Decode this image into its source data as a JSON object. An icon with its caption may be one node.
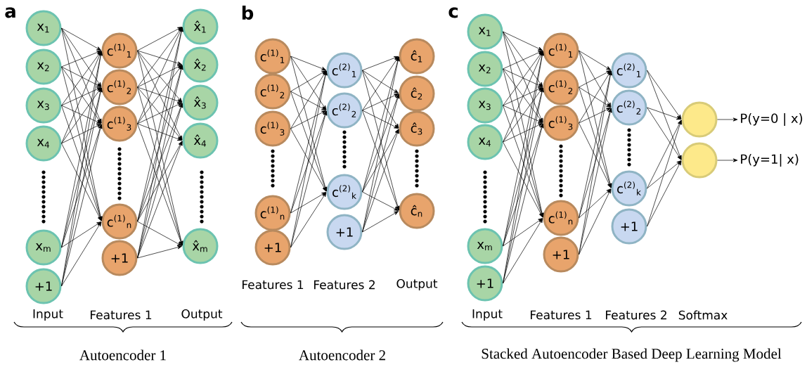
{
  "diagram": {
    "nodes": [
      {
        "text": [
          "x$_{1}$"
        ]
      },
      {
        "text": [
          "x$_{2}$"
        ]
      },
      {
        "text": [
          "x$_{3}$"
        ]
      },
      {
        "text": [
          "x$_{4}$"
        ]
      },
      {
        "text": [
          "x$_{m}$"
        ]
      },
      {
        "text": [
          "+1"
        ]
      },
      {
        "text": [
          "c$^{(1)}$$_{1}$"
        ]
      },
      {
        "text": [
          "c$^{(1)}$$_{2}$"
        ]
      },
      {
        "text": [
          "c$^{(1)}$$_{3}$"
        ]
      },
      {
        "text": [
          "c$^{(1)}$$_{n}$"
        ]
      },
      {
        "text": [
          "+1"
        ]
      },
      {
        "text": [
          "x̂$_{1}$"
        ]
      },
      {
        "text": [
          "x̂$_{2}$"
        ]
      },
      {
        "text": [
          "x̂$_{3}$"
        ]
      },
      {
        "text": [
          "x̂$_{4}$"
        ]
      },
      {
        "text": [
          "x̂$_{m}$"
        ]
      },
      {
        "text": [
          "c$^{(1)}$$_{1}$"
        ]
      },
      {
        "text": [
          "c$^{(1)}$$_{2}$"
        ]
      },
      {
        "text": [
          "c$^{(1)}$$_{3}$"
        ]
      },
      {
        "text": [
          "c$^{(1)}$$_{n}$"
        ]
      },
      {
        "text": [
          "+1"
        ]
      },
      {
        "text": [
          "c$^{(2)}$$_{1}$"
        ]
      },
      {
        "text": [
          "c$^{(2)}$$_{2}$"
        ]
      },
      {
        "text": [
          "c$^{(2)}$$_{k}$"
        ]
      },
      {
        "text": [
          "+1"
        ]
      },
      {
        "text": [
          "ĉ$_{1}$"
        ]
      },
      {
        "text": [
          "ĉ$_{2}$"
        ]
      },
      {
        "text": [
          "ĉ$_{3}$"
        ]
      },
      {
        "text": [
          "ĉ$_{n}$"
        ]
      },
      {
        "text": [
          "x$_{1}$"
        ]
      },
      {
        "text": [
          "x$_{2}$"
        ]
      },
      {
        "text": [
          "x$_{3}$"
        ]
      },
      {
        "text": [
          "x$_{4}$"
        ]
      },
      {
        "text": [
          "x$_{m}$"
        ]
      },
      {
        "text": [
          "+1"
        ]
      },
      {
        "text": [
          "c$^{(1)}$$_{1}$"
        ]
      },
      {
        "text": [
          "c$^{(1)}$$_{2}$"
        ]
      },
      {
        "text": [
          "c$^{(1)}$$_{3}$"
        ]
      },
      {
        "text": [
          "c$^{(1)}$$_{n}$"
        ]
      },
      {
        "text": [
          "+1"
        ]
      },
      {
        "text": [
          "c$^{(2)}$$_{1}$"
        ]
      },
      {
        "text": [
          "c$^{(2)}$$_{2}$"
        ]
      },
      {
        "text": [
          "c$^{(2)}$$_{k}$"
        ]
      },
      {
        "text": [
          "+1"
        ]
      },
      {
        "text": [],
        "shape": "circle"
      },
      {
        "text": [],
        "shape": "circle"
      },
      {
        "text": [
          "P(y=0 | x)"
        ]
      },
      {
        "text": [
          "P(y=1| x)"
        ]
      }
    ],
    "edges": [
      {
        "from": 0,
        "to": 6,
        "arrow": "to"
      },
      {
        "from": 0,
        "to": 7,
        "arrow": "to"
      },
      {
        "from": 0,
        "to": 8,
        "arrow": "to"
      },
      {
        "from": 0,
        "to": 9,
        "arrow": "to"
      },
      {
        "from": 1,
        "to": 6,
        "arrow": "to"
      },
      {
        "from": 1,
        "to": 7,
        "arrow": "to"
      },
      {
        "from": 1,
        "to": 8,
        "arrow": "to"
      },
      {
        "from": 1,
        "to": 9,
        "arrow": "to"
      },
      {
        "from": 2,
        "to": 6,
        "arrow": "to"
      },
      {
        "from": 2,
        "to": 7,
        "arrow": "to"
      },
      {
        "from": 2,
        "to": 8,
        "arrow": "to"
      },
      {
        "from": 2,
        "to": 9,
        "arrow": "to"
      },
      {
        "from": 3,
        "to": 6,
        "arrow": "to"
      },
      {
        "from": 3,
        "to": 7,
        "arrow": "to"
      },
      {
        "from": 3,
        "to": 8,
        "arrow": "to"
      },
      {
        "from": 3,
        "to": 9,
        "arrow": "to"
      },
      {
        "from": 4,
        "to": 6,
        "arrow": "to"
      },
      {
        "from": 4,
        "to": 7,
        "arrow": "to"
      },
      {
        "from": 4,
        "to": 8,
        "arrow": "to"
      },
      {
        "from": 4,
        "to": 9,
        "arrow": "to"
      },
      {
        "from": 5,
        "to": 6,
        "arrow": "to"
      },
      {
        "from": 5,
        "to": 7,
        "arrow": "to"
      },
      {
        "from": 5,
        "to": 8,
        "arrow": "to"
      },
      {
        "from": 5,
        "to": 9,
        "arrow": "to"
      },
      {
        "from": 6,
        "to": 11,
        "arrow": "to"
      },
      {
        "from": 6,
        "to": 12,
        "arrow": "to"
      },
      {
        "from": 6,
        "to": 13,
        "arrow": "to"
      },
      {
        "from": 6,
        "to": 14,
        "arrow": "to"
      },
      {
        "from": 6,
        "to": 15,
        "arrow": "to"
      },
      {
        "from": 7,
        "to": 11,
        "arrow": "to"
      },
      {
        "from": 7,
        "to": 12,
        "arrow": "to"
      },
      {
        "from": 7,
        "to": 13,
        "arrow": "to"
      },
      {
        "from": 7,
        "to": 14,
        "arrow": "to"
      },
      {
        "from": 7,
        "to": 15,
        "arrow": "to"
      },
      {
        "from": 8,
        "to": 11,
        "arrow": "to"
      },
      {
        "from": 8,
        "to": 12,
        "arrow": "to"
      },
      {
        "from": 8,
        "to": 13,
        "arrow": "to"
      },
      {
        "from": 8,
        "to": 14,
        "arrow": "to"
      },
      {
        "from": 8,
        "to": 15,
        "arrow": "to"
      },
      {
        "from": 9,
        "to": 11,
        "arrow": "to"
      },
      {
        "from": 9,
        "to": 12,
        "arrow": "to"
      },
      {
        "from": 9,
        "to": 13,
        "arrow": "to"
      },
      {
        "from": 9,
        "to": 14,
        "arrow": "to"
      },
      {
        "from": 9,
        "to": 15,
        "arrow": "to"
      },
      {
        "from": 10,
        "to": 11,
        "arrow": "to"
      },
      {
        "from": 10,
        "to": 12,
        "arrow": "to"
      },
      {
        "from": 10,
        "to": 13,
        "arrow": "to"
      },
      {
        "from": 10,
        "to": 14,
        "arrow": "to"
      },
      {
        "from": 10,
        "to": 15,
        "arrow": "to"
      },
      {
        "from": 16,
        "to": 21,
        "arrow": "to"
      },
      {
        "from": 16,
        "to": 22,
        "arrow": "to"
      },
      {
        "from": 16,
        "to": 23,
        "arrow": "to"
      },
      {
        "from": 17,
        "to": 21,
        "arrow": "to"
      },
      {
        "from": 17,
        "to": 22,
        "arrow": "to"
      },
      {
        "from": 17,
        "to": 23,
        "arrow": "to"
      },
      {
        "from": 18,
        "to": 21,
        "arrow": "to"
      },
      {
        "from": 18,
        "to": 22,
        "arrow": "to"
      },
      {
        "from": 18,
        "to": 23,
        "arrow": "to"
      },
      {
        "from": 19,
        "to": 21,
        "arrow": "to"
      },
      {
        "from": 19,
        "to": 22,
        "arrow": "to"
      },
      {
        "from": 19,
        "to": 23,
        "arrow": "to"
      },
      {
        "from": 20,
        "to": 21,
        "arrow": "to"
      },
      {
        "from": 20,
        "to": 22,
        "arrow": "to"
      },
      {
        "from": 20,
        "to": 23,
        "arrow": "to"
      },
      {
        "from": 21,
        "to": 25,
        "arrow": "to"
      },
      {
        "from": 21,
        "to": 26,
        "arrow": "to"
      },
      {
        "from": 21,
        "to": 27,
        "arrow": "to"
      },
      {
        "from": 21,
        "to": 28,
        "arrow": "to"
      },
      {
        "from": 22,
        "to": 25,
        "arrow": "to"
      },
      {
        "from": 22,
        "to": 26,
        "arrow": "to"
      },
      {
        "from": 22,
        "to": 27,
        "arrow": "to"
      },
      {
        "from": 22,
        "to": 28,
        "arrow": "to"
      },
      {
        "from": 23,
        "to": 25,
        "arrow": "to"
      },
      {
        "from": 23,
        "to": 26,
        "arrow": "to"
      },
      {
        "from": 23,
        "to": 27,
        "arrow": "to"
      },
      {
        "from": 23,
        "to": 28,
        "arrow": "to"
      },
      {
        "from": 24,
        "to": 25,
        "arrow": "to"
      },
      {
        "from": 24,
        "to": 26,
        "arrow": "to"
      },
      {
        "from": 24,
        "to": 27,
        "arrow": "to"
      },
      {
        "from": 24,
        "to": 28,
        "arrow": "to"
      },
      {
        "from": 29,
        "to": 35,
        "arrow": "to"
      },
      {
        "from": 29,
        "to": 36,
        "arrow": "to"
      },
      {
        "from": 29,
        "to": 37,
        "arrow": "to"
      },
      {
        "from": 29,
        "to": 38,
        "arrow": "to"
      },
      {
        "from": 30,
        "to": 35,
        "arrow": "to"
      },
      {
        "from": 30,
        "to": 36,
        "arrow": "to"
      },
      {
        "from": 30,
        "to": 37,
        "arrow": "to"
      },
      {
        "from": 30,
        "to": 38,
        "arrow": "to"
      },
      {
        "from": 31,
        "to": 35,
        "arrow": "to"
      },
      {
        "from": 31,
        "to": 36,
        "arrow": "to"
      },
      {
        "from": 31,
        "to": 37,
        "arrow": "to"
      },
      {
        "from": 31,
        "to": 38,
        "arrow": "to"
      },
      {
        "from": 32,
        "to": 35,
        "arrow": "to"
      },
      {
        "from": 32,
        "to": 36,
        "arrow": "to"
      },
      {
        "from": 32,
        "to": 37,
        "arrow": "to"
      },
      {
        "from": 32,
        "to": 38,
        "arrow": "to"
      },
      {
        "from": 33,
        "to": 35,
        "arrow": "to"
      },
      {
        "from": 33,
        "to": 36,
        "arrow": "to"
      },
      {
        "from": 33,
        "to": 37,
        "arrow": "to"
      },
      {
        "from": 33,
        "to": 38,
        "arrow": "to"
      },
      {
        "from": 34,
        "to": 35,
        "arrow": "to"
      },
      {
        "from": 34,
        "to": 36,
        "arrow": "to"
      },
      {
        "from": 34,
        "to": 37,
        "arrow": "to"
      },
      {
        "from": 34,
        "to": 38,
        "arrow": "to"
      },
      {
        "from": 35,
        "to": 40,
        "arrow": "to"
      },
      {
        "from": 35,
        "to": 41,
        "arrow": "to"
      },
      {
        "from": 35,
        "to": 42,
        "arrow": "to"
      },
      {
        "from": 36,
        "to": 40,
        "arrow": "to"
      },
      {
        "from": 36,
        "to": 41,
        "arrow": "to"
      },
      {
        "from": 36,
        "to": 42,
        "arrow": "to"
      },
      {
        "from": 37,
        "to": 40,
        "arrow": "to"
      },
      {
        "from": 37,
        "to": 41,
        "arrow": "to"
      },
      {
        "from": 37,
        "to": 42,
        "arrow": "to"
      },
      {
        "from": 38,
        "to": 40,
        "arrow": "to"
      },
      {
        "from": 38,
        "to": 41,
        "arrow": "to"
      },
      {
        "from": 38,
        "to": 42,
        "arrow": "to"
      },
      {
        "from": 39,
        "to": 40,
        "arrow": "to"
      },
      {
        "from": 39,
        "to": 41,
        "arrow": "to"
      },
      {
        "from": 39,
        "to": 42,
        "arrow": "to"
      },
      {
        "from": 40,
        "to": 44,
        "arrow": "to"
      },
      {
        "from": 40,
        "to": 45,
        "arrow": "to"
      },
      {
        "from": 41,
        "to": 44,
        "arrow": "to"
      },
      {
        "from": 41,
        "to": 45,
        "arrow": "to"
      },
      {
        "from": 42,
        "to": 44,
        "arrow": "to"
      },
      {
        "from": 42,
        "to": 45,
        "arrow": "to"
      },
      {
        "from": 43,
        "to": 44,
        "arrow": "to"
      },
      {
        "from": 43,
        "to": 45,
        "arrow": "to"
      },
      {
        "from": 44,
        "to": 46,
        "arrow": "to"
      },
      {
        "from": 45,
        "to": 47,
        "arrow": "to"
      }
    ],
    "labels": [
      "a",
      "b",
      "c",
      "Input",
      "Features 1",
      "Output",
      "Features 1",
      "Features 2",
      "Output",
      "Input",
      "Features 1",
      "Features 2",
      "Softmax",
      "Autoencoder 1",
      "Autoencoder 2",
      "Stacked Autoencoder Based Deep Learning Model"
    ]
  }
}
